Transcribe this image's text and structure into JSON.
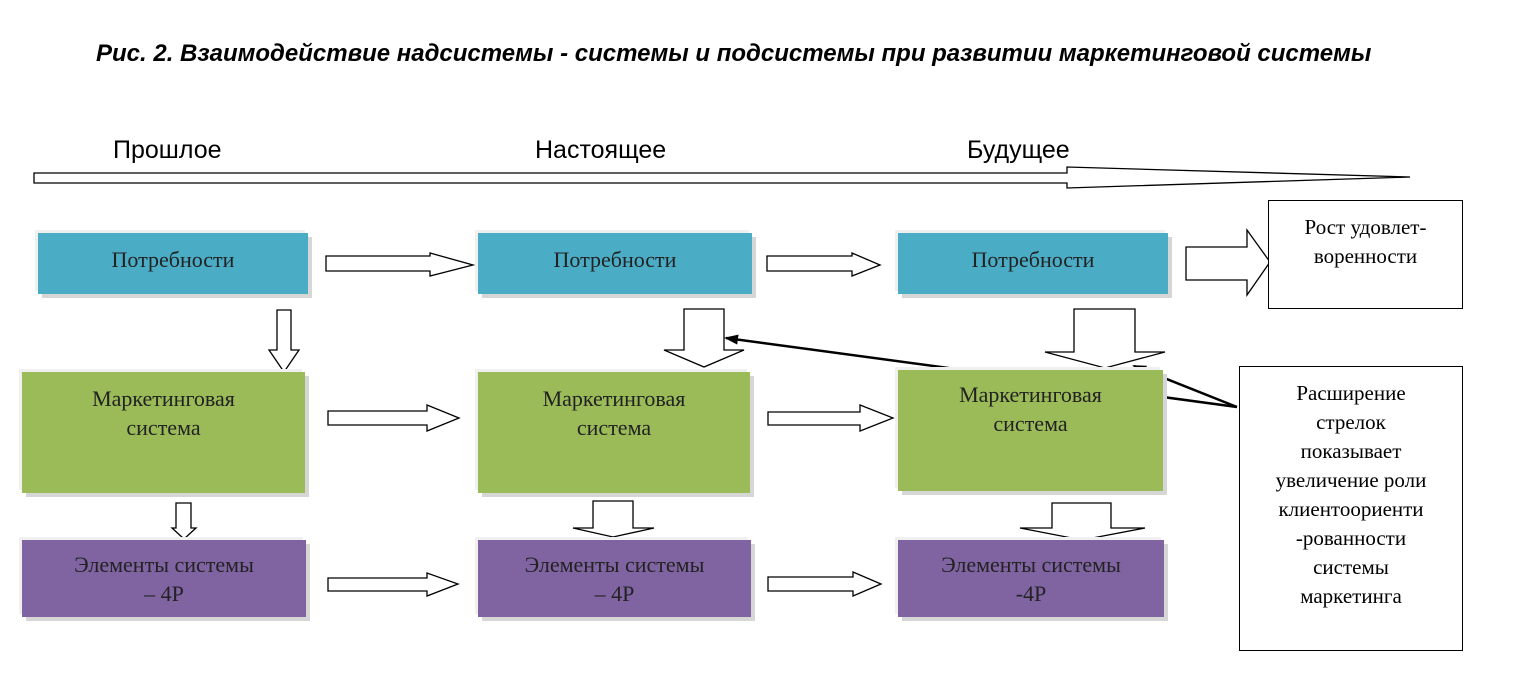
{
  "caption": "Рис. 2. Взаимодействие надсистемы - системы и подсистемы при развитии маркетинговой системы",
  "timeline": {
    "past": "Прошлое",
    "present": "Настоящее",
    "future": "Будущее"
  },
  "columns": [
    {
      "needs": "Потребности",
      "marketing": "Маркетинговая\nсистема",
      "elements": "Элементы системы\n– 4P"
    },
    {
      "needs": "Потребности",
      "marketing": "Маркетинговая\nсистема",
      "elements": "Элементы системы\n– 4P"
    },
    {
      "needs": "Потребности",
      "marketing": "Маркетинговая\nсистема",
      "elements": "Элементы системы\n-4P"
    }
  ],
  "growth_box": "Рост удовлет-\nворенности",
  "note_box": "Расширение\nстрелок\nпоказывает\nувеличение роли\nклиентоориенти\n-рованности\nсистемы\nмаркетинга",
  "colors": {
    "needs": "#4bacc6",
    "marketing": "#9bbb59",
    "elements": "#8064a2"
  }
}
